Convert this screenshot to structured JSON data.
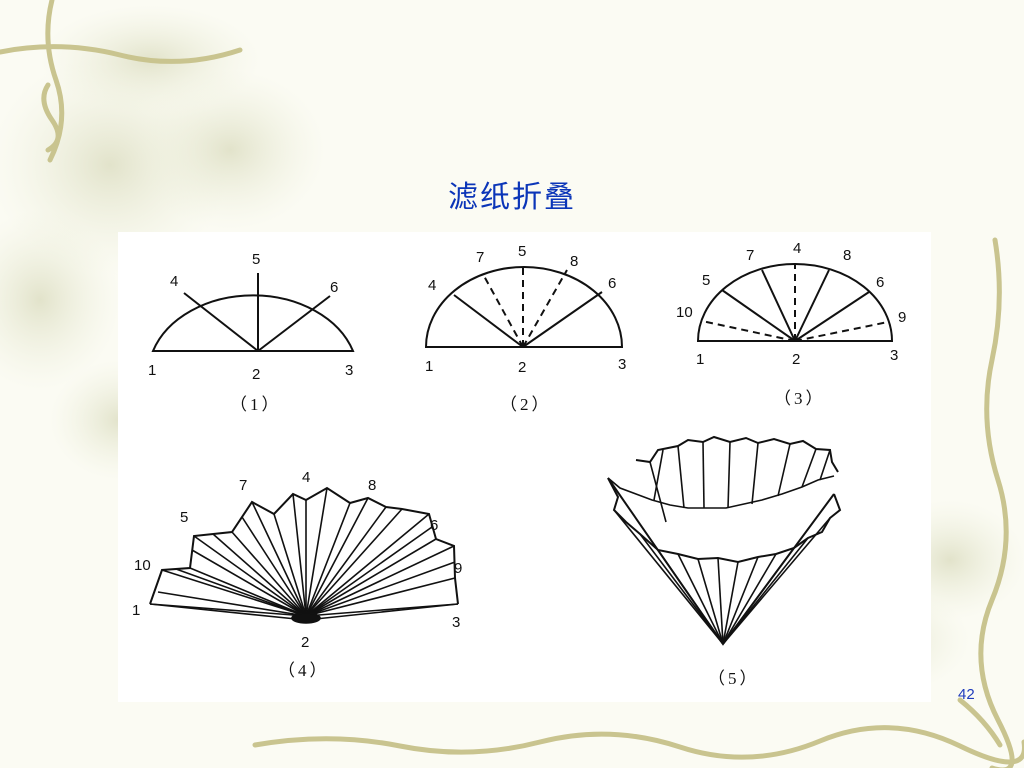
{
  "slide": {
    "title": "滤纸折叠",
    "page_number": "42"
  },
  "figure": {
    "panels": [
      {
        "caption": "（1）",
        "labels": {
          "p1": "1",
          "p2": "2",
          "p3": "3",
          "p4": "4",
          "p5": "5",
          "p6": "6"
        }
      },
      {
        "caption": "（2）",
        "labels": {
          "p1": "1",
          "p2": "2",
          "p3": "3",
          "p4": "4",
          "p5": "5",
          "p6": "6",
          "p7": "7",
          "p8": "8"
        }
      },
      {
        "caption": "（3）",
        "labels": {
          "p1": "1",
          "p2": "2",
          "p3": "3",
          "p4": "4",
          "p5": "5",
          "p6": "6",
          "p7": "7",
          "p8": "8",
          "p9": "9",
          "p10": "10"
        }
      },
      {
        "caption": "（4）",
        "labels": {
          "p1": "1",
          "p2": "2",
          "p3": "3",
          "p4": "4",
          "p5": "5",
          "p6": "6",
          "p7": "7",
          "p8": "8",
          "p9": "9",
          "p10": "10"
        }
      },
      {
        "caption": "（5）"
      }
    ]
  },
  "colors": {
    "title": "#0b35b8",
    "page_number": "#1f3bbd",
    "vine": "#c9c48f",
    "background": "#fbfbf3"
  }
}
